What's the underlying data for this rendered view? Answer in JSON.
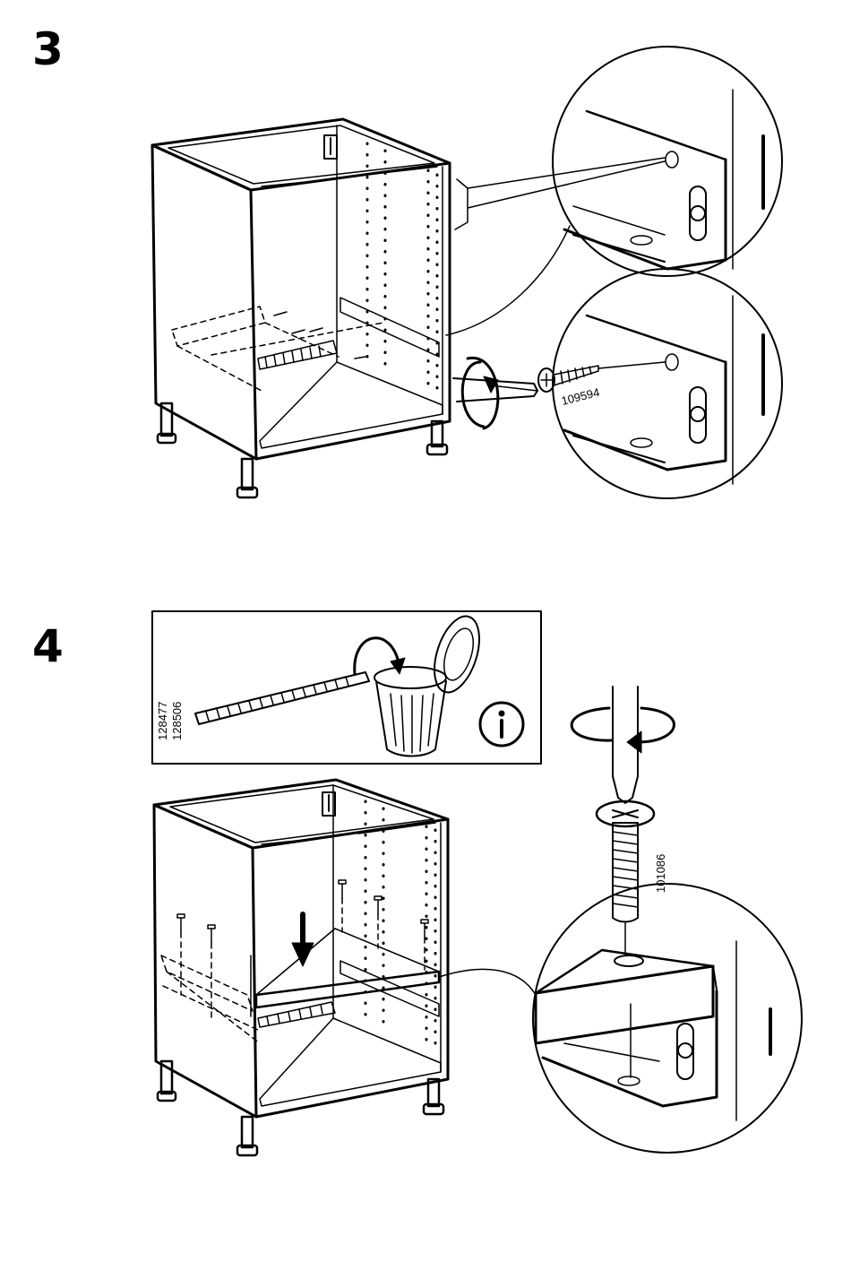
{
  "steps": [
    {
      "number": "3",
      "part_numbers": [
        "109594"
      ]
    },
    {
      "number": "4",
      "part_numbers": [
        "128477",
        "128506",
        "101086"
      ]
    }
  ],
  "icons": [
    "info-icon",
    "screwdriver-icon",
    "rotate-arrow-icon",
    "trash-bin-icon",
    "down-arrow-icon"
  ],
  "colors": {
    "ink": "#000000",
    "paper": "#ffffff"
  }
}
